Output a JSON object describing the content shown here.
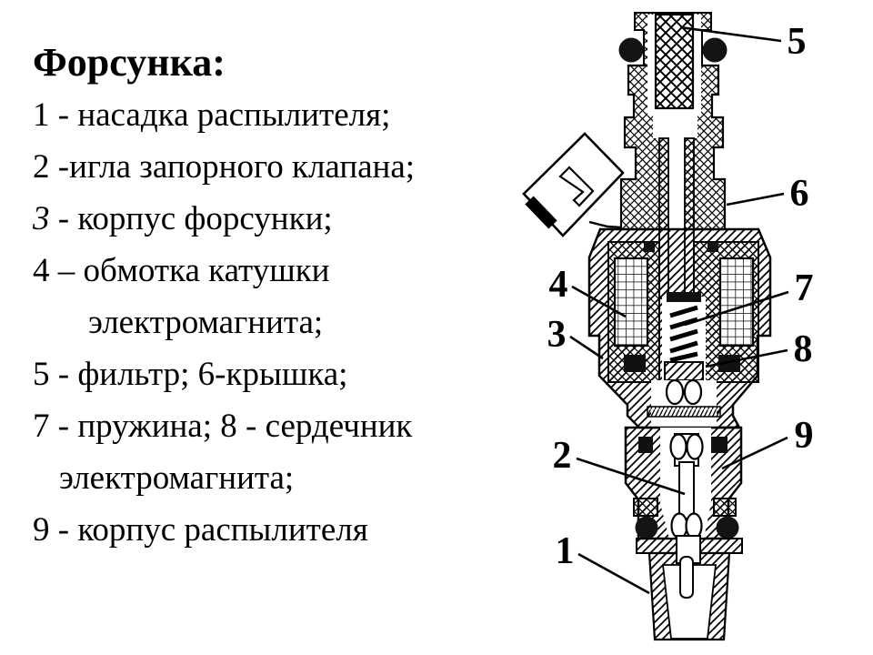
{
  "title": "Форсунка:",
  "legend": {
    "lines": [
      {
        "text": "1 - насадка распылителя;"
      },
      {
        "text": "2 -игла запорного клапана;"
      },
      {
        "num": "3",
        "rest": " - корпус форсунки;"
      },
      {
        "text": "4 – обмотка катушки"
      },
      {
        "text": "электромагнита;"
      },
      {
        "text": "5 - фильтр; 6-крышка;"
      },
      {
        "text": "7 - пружина; 8 - сердечник"
      },
      {
        "text": "электромагнита;"
      },
      {
        "text": "9 - корпус распылителя"
      }
    ]
  },
  "diagram": {
    "description": "Cross-section of electromagnetic fuel injector",
    "callouts": {
      "c1": "1",
      "c2": "2",
      "c3": "3",
      "c4": "4",
      "c5": "5",
      "c6": "6",
      "c7": "7",
      "c8": "8",
      "c9": "9"
    },
    "colors": {
      "ink": "#000000",
      "paper": "#ffffff"
    }
  }
}
